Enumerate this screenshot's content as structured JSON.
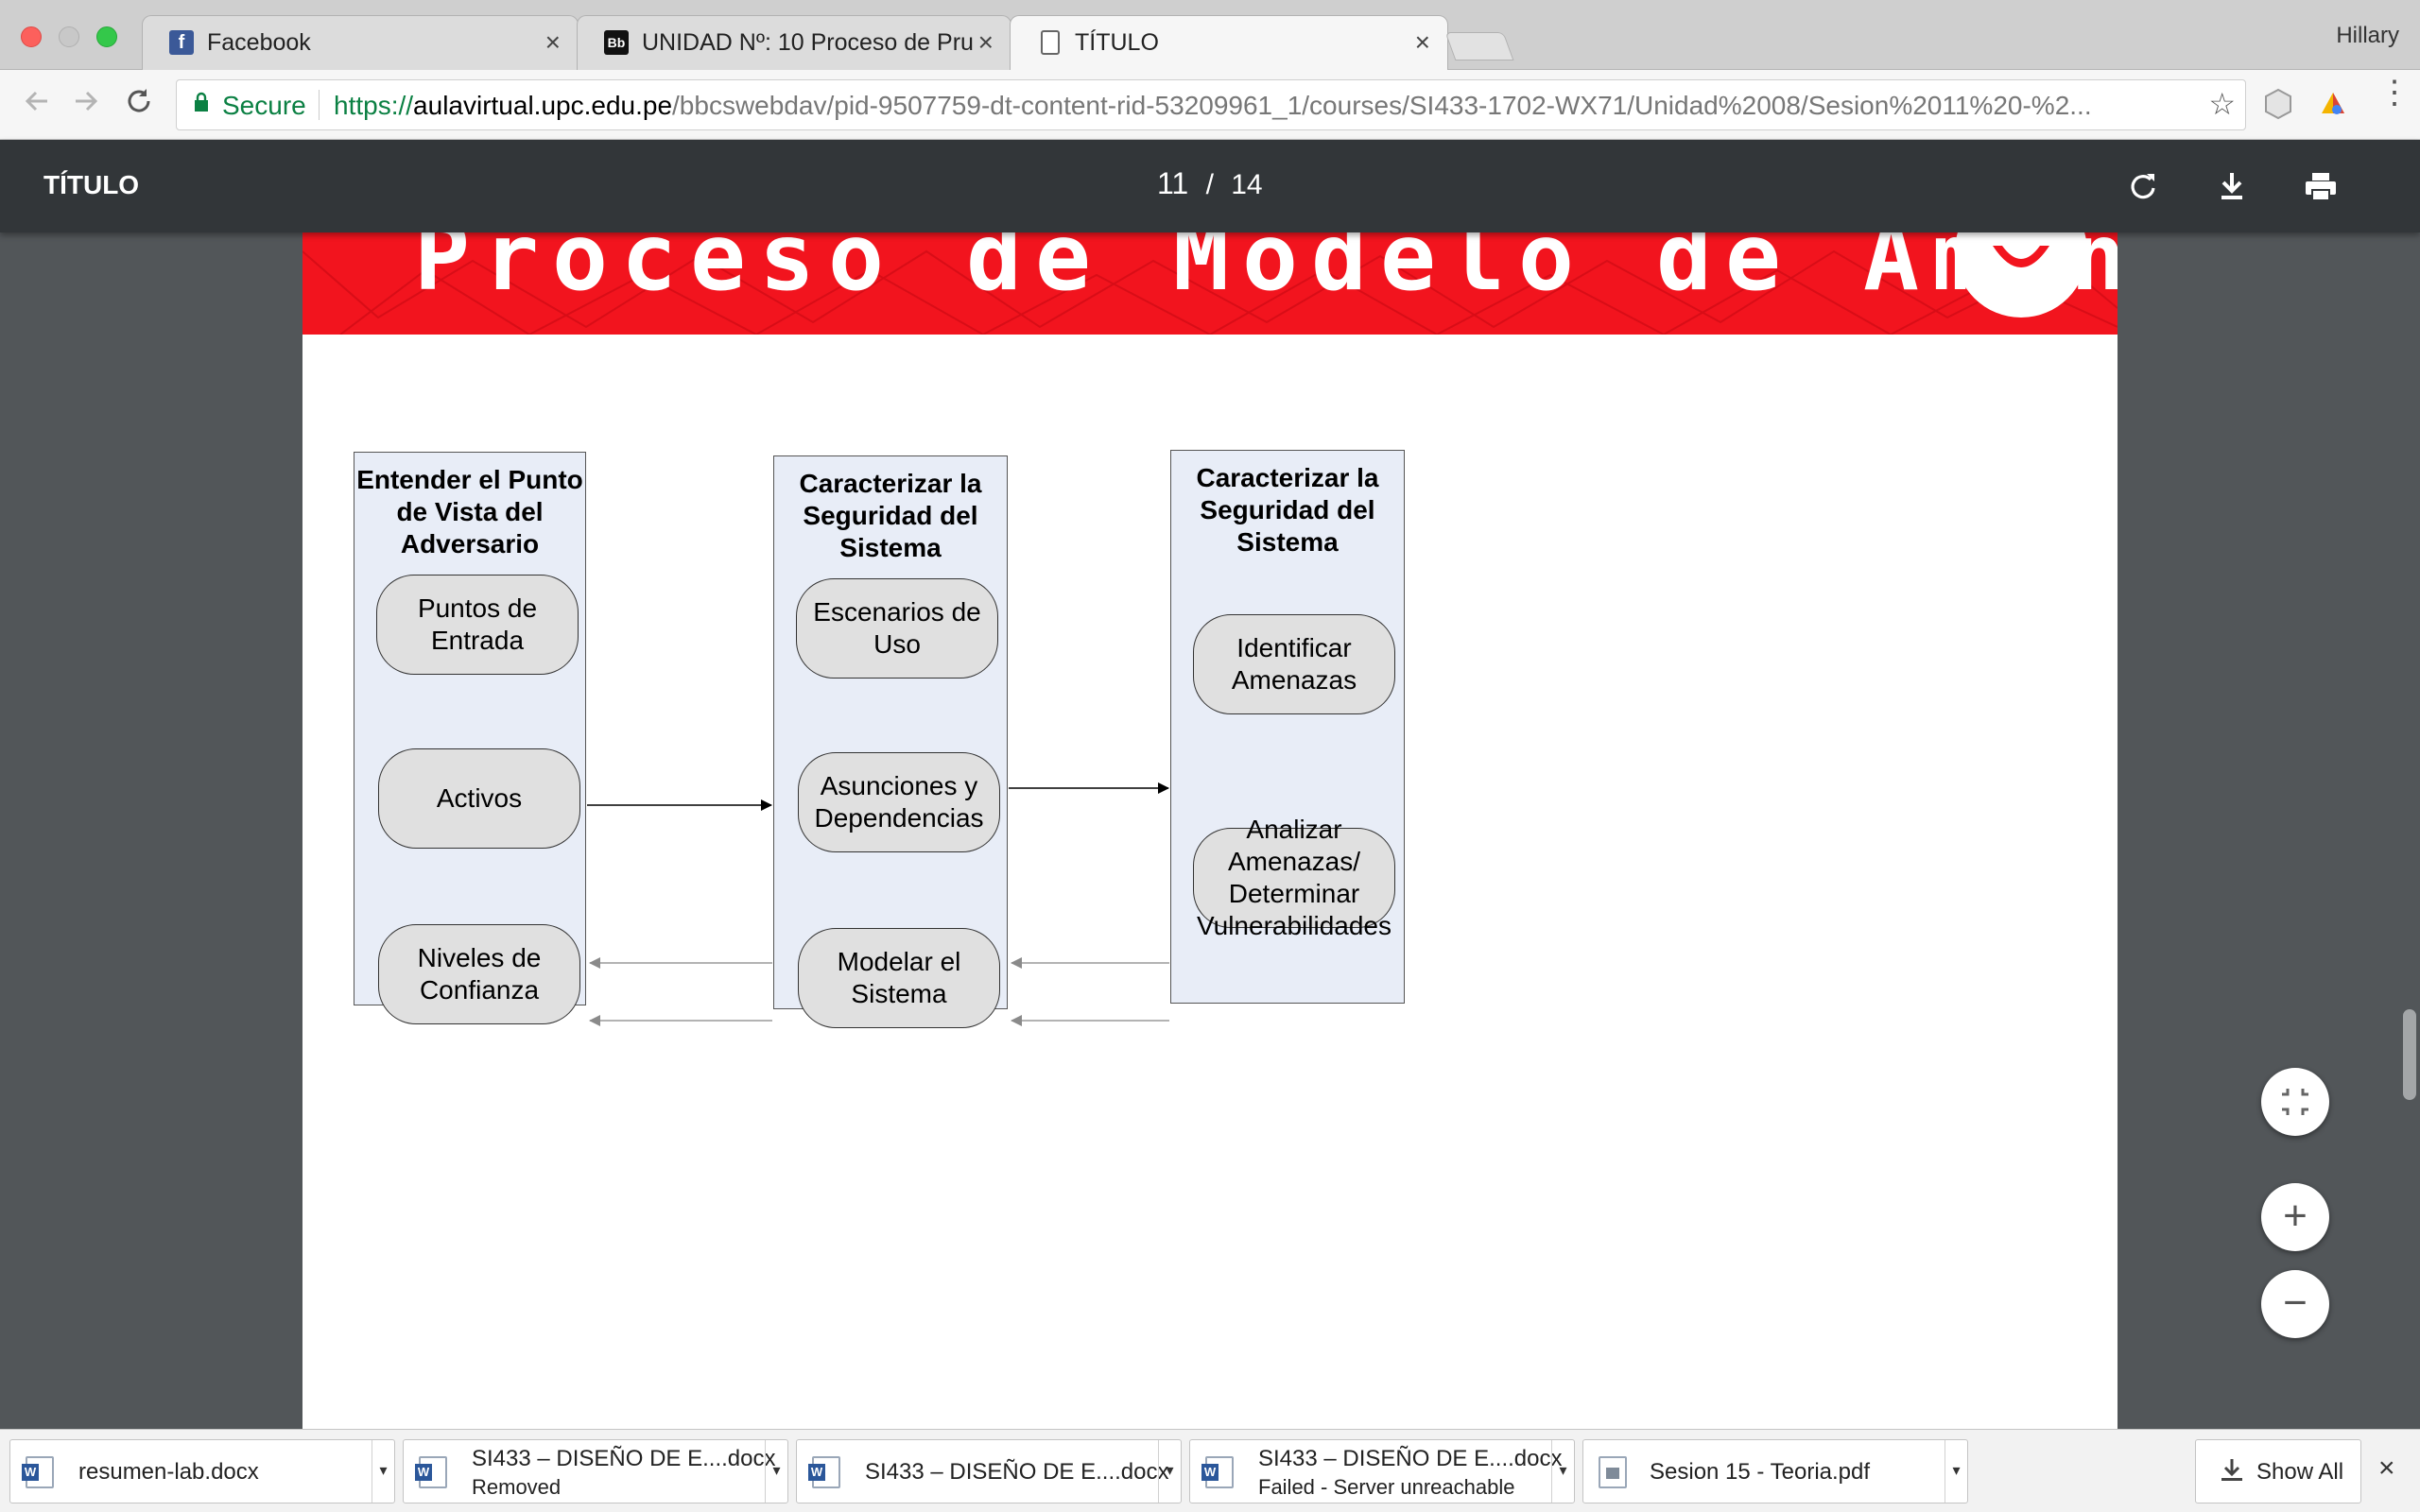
{
  "browser": {
    "profile_name": "Hillary",
    "tabs": [
      {
        "label": "Facebook",
        "icon": "facebook-icon"
      },
      {
        "label": "UNIDAD Nº: 10 Proceso de Pru",
        "icon": "blackboard-icon"
      },
      {
        "label": "TÍTULO",
        "icon": "document-icon"
      }
    ],
    "close_glyph": "×",
    "security_label": "Secure",
    "url_scheme": "https://",
    "url_host": "aulavirtual.upc.edu.pe",
    "url_path": "/bbcswebdav/pid-9507759-dt-content-rid-53209961_1/courses/SI433-1702-WX71/Unidad%2008/Sesion%2011%20-%2..."
  },
  "pdf_viewer": {
    "title": "TÍTULO",
    "current_page": "11",
    "page_separator": "/",
    "total_pages": "14"
  },
  "slide": {
    "banner_title": "Proceso de Modelo de Amenaza",
    "columns": [
      {
        "title": "Entender el Punto de Vista del Adversario",
        "items": [
          "Puntos de Entrada",
          "Activos",
          "Niveles de Confianza"
        ]
      },
      {
        "title": "Caracterizar la Seguridad del Sistema",
        "items": [
          "Escenarios de Uso",
          "Asunciones y Dependencias",
          "Modelar el Sistema"
        ]
      },
      {
        "title": "Caracterizar la Seguridad del Sistema",
        "items": [
          "Identificar Amenazas",
          "Analizar Amenazas/ Determinar Vulnerabilidades"
        ]
      }
    ],
    "colors": {
      "banner": "#f2141e",
      "column_fill": "#e8edf7",
      "box_fill": "#e0e0e0"
    }
  },
  "zoom_controls": {
    "fit_glyph": "⤡",
    "zoom_in": "+",
    "zoom_out": "−"
  },
  "downloads": [
    {
      "name": "resumen-lab.docx",
      "status": "",
      "type": "word"
    },
    {
      "name": "SI433 – DISEÑO DE E....docx",
      "status": "Removed",
      "type": "word"
    },
    {
      "name": "SI433 – DISEÑO DE E....docx",
      "status": "",
      "type": "word"
    },
    {
      "name": "SI433 – DISEÑO DE E....docx",
      "status": "Failed - Server unreachable",
      "type": "word"
    },
    {
      "name": "Sesion 15 - Teoria.pdf",
      "status": "",
      "type": "pdf"
    }
  ],
  "show_all_label": "Show All",
  "caret_glyph": "▾",
  "shelf_close": "×"
}
